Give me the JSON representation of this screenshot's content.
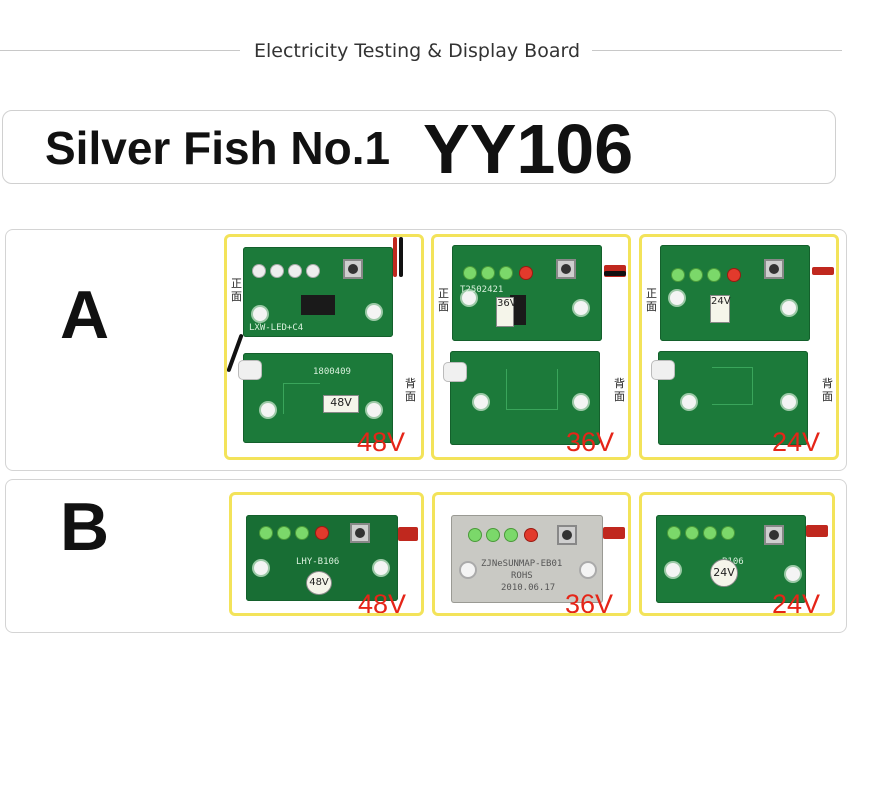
{
  "header": {
    "title": "Electricity Testing & Display Board"
  },
  "banner": {
    "name": "Silver Fish No.1",
    "model": "YY106"
  },
  "rows": [
    {
      "letter": "A",
      "cards": [
        {
          "front_label": "正面",
          "back_label": "背面",
          "front_text": "LXW-LED+C4",
          "back_text": "1800409",
          "sticker": "48V",
          "voltage": "48V"
        },
        {
          "front_label": "正面",
          "back_label": "背面",
          "front_text": "T2502421",
          "sticker": "36V",
          "voltage": "36V"
        },
        {
          "front_label": "正面",
          "back_label": "背面",
          "sticker": "24V",
          "voltage": "24V"
        }
      ]
    },
    {
      "letter": "B",
      "cards": [
        {
          "text": "LHY-B106",
          "sticker": "48V",
          "voltage": "48V"
        },
        {
          "text_line1": "ZJNeSUNMAP-EB01",
          "text_line2": "ROHS",
          "text_line3": "2010.06.17",
          "voltage": "36V"
        },
        {
          "text": "B106",
          "sticker": "24V",
          "voltage": "24V"
        }
      ]
    }
  ]
}
